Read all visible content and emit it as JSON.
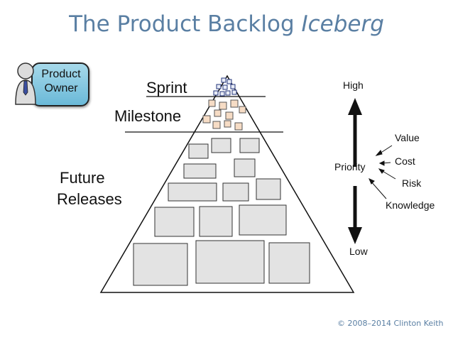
{
  "title": {
    "main": "The Product Backlog ",
    "emphasis": "Iceberg"
  },
  "owner": {
    "line1": "Product",
    "line2": "Owner"
  },
  "levels": {
    "sprint": "Sprint",
    "milestone": "Milestone",
    "future1": "Future",
    "future2": "Releases"
  },
  "priority": {
    "high": "High",
    "low": "Low",
    "label": "Priority",
    "factors": [
      "Value",
      "Cost",
      "Risk",
      "Knowledge"
    ]
  },
  "copyright": "© 2008–2014 Clinton Keith"
}
